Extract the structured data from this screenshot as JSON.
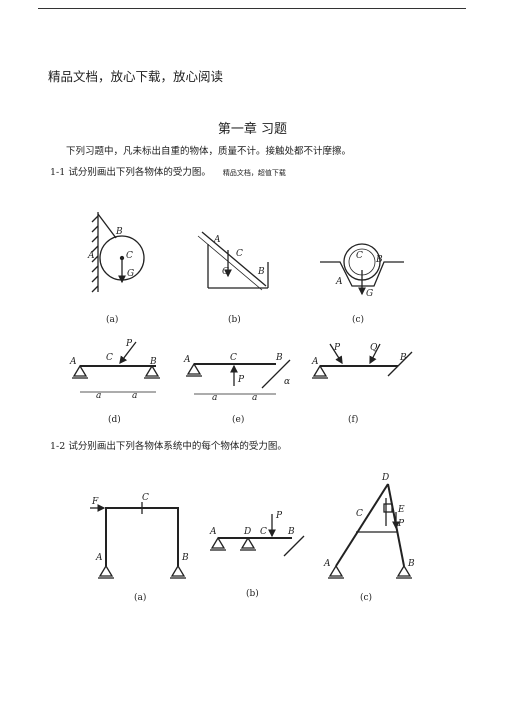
{
  "header": {
    "text": "精品文档，放心下载，放心阅读"
  },
  "chapter": {
    "title": "第一章 习题",
    "intro": "下列习题中，凡未标出自重的物体，质量不计。接触处都不计摩擦。"
  },
  "problem1": {
    "text": "1-1 试分别画出下列各物体的受力图。",
    "note": "精品文档，超值下载",
    "captions": [
      "(a)",
      "(b)",
      "(c)",
      "(d)",
      "(e)",
      "(f)"
    ]
  },
  "problem2": {
    "text": "1-2 试分别画出下列各物体系统中的每个物体的受力图。",
    "captions": [
      "(a)",
      "(b)",
      "(c)"
    ]
  },
  "labels": {
    "A": "A",
    "B": "B",
    "C": "C",
    "D": "D",
    "E": "E",
    "G": "G",
    "P": "P",
    "Q": "Q",
    "F": "F",
    "alpha": "α",
    "a": "a"
  }
}
